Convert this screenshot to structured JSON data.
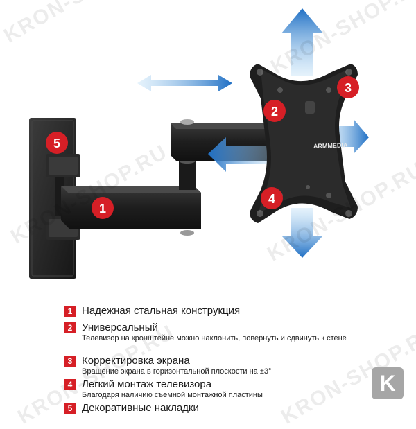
{
  "watermark": "KRON-SHOP.RU",
  "brand": "ARMMEDIA",
  "badges": [
    "1",
    "2",
    "3",
    "4",
    "5"
  ],
  "features": [
    {
      "num": "1",
      "title": "Надежная стальная конструкция",
      "desc": ""
    },
    {
      "num": "2",
      "title": "Универсальный",
      "desc": "Телевизор на кронштейне можно наклонить, повернуть и сдвинуть к стене"
    },
    {
      "num": "3",
      "title": "Корректировка экрана",
      "desc": "Вращение экрана в горизонтальной плоскости на ±3°"
    },
    {
      "num": "4",
      "title": "Легкий монтаж телевизора",
      "desc": "Благодаря наличию съемной монтажной пластины"
    },
    {
      "num": "5",
      "title": "Декоративные накладки",
      "desc": ""
    }
  ],
  "store_badge": "K",
  "colors": {
    "badge_red": "#d61f26",
    "arrow_blue": "#2f7fd0",
    "mount_black": "#1c1c1c"
  }
}
